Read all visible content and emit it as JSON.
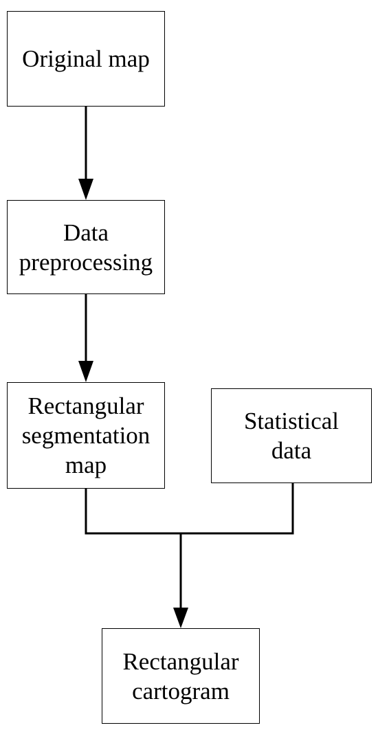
{
  "diagram": {
    "nodes": {
      "original_map": "Original map",
      "data_preprocessing": "Data\npreprocessing",
      "rectangular_segmentation_map": "Rectangular\nsegmentation\nmap",
      "statistical_data": "Statistical\ndata",
      "rectangular_cartogram": "Rectangular\ncartogram"
    }
  }
}
